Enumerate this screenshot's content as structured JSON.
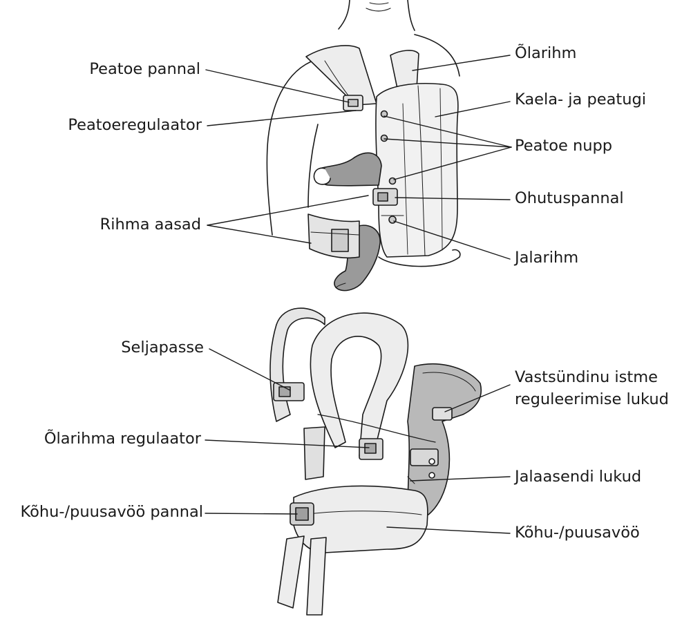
{
  "labels": {
    "peatoe_pannal": "Peatoe pannal",
    "peatoeregulaator": "Peatoeregulaator",
    "rihma_aasad": "Rihma aasad",
    "olarihm": "Õlarihm",
    "kaela_ja_peatugi": "Kaela- ja peatugi",
    "peatoe_nupp": "Peatoe nupp",
    "ohutuspannal": "Ohutuspannal",
    "jalarihm": "Jalarihm",
    "seljapasse": "Seljapasse",
    "olarihma_regulaator": "Õlarihma regulaator",
    "kohu_puusavoo_pannal": "Kõhu-/puusavöö pannal",
    "vastsundinu_istme": "Vastsündinu istme reguleerimise lukud",
    "jalaasendi_lukud": "Jalaasendi lukud",
    "kohu_puusavoo": "Kõhu-/puusavöö"
  },
  "colors": {
    "line": "#1a1a1a",
    "fabric": "#ededed",
    "fabric_dark": "#b9b9b9",
    "baby": "#9a9a9a"
  }
}
